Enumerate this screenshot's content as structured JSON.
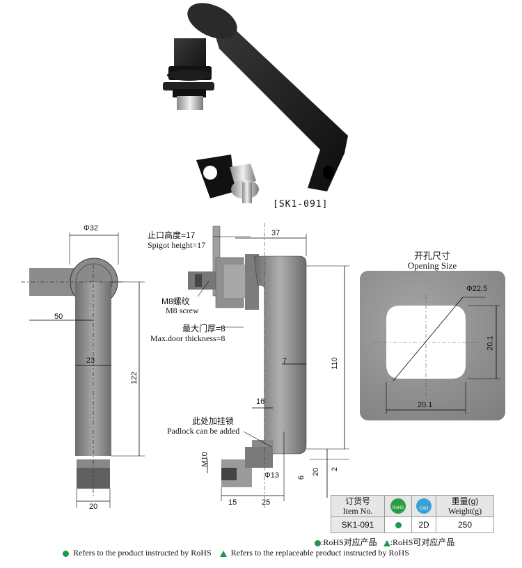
{
  "product": {
    "model_label": "[SK1-091]"
  },
  "front_view": {
    "dim_diameter": "Φ32",
    "dim_50": "50",
    "dim_23": "23",
    "dim_122": "122",
    "dim_20": "20"
  },
  "side_view": {
    "spigot_cn": "止口高度=17",
    "spigot_en": "Spigot height=17",
    "dim_37": "37",
    "screw_cn": "M8螺纹",
    "screw_en": "M8 screw",
    "door_cn": "最大门厚=8",
    "door_en": "Max.door thickness=8",
    "dim_7": "7",
    "dim_110": "110",
    "dim_16": "16",
    "padlock_cn": "此处加挂锁",
    "padlock_en": "Padlock can be added",
    "dim_m10": "M10",
    "dim_phi13": "Φ13",
    "dim_6": "6",
    "dim_20b": "20",
    "dim_2": "2",
    "dim_15": "15",
    "dim_25": "25"
  },
  "opening": {
    "title_cn": "开孔尺寸",
    "title_en": "Opening Size",
    "dim_diameter": "Φ22.5",
    "dim_width": "20.1",
    "dim_height": "20.1"
  },
  "spec_table": {
    "headers": {
      "item_cn": "订货号",
      "item_en": "Item No.",
      "rohs_badge": "RoHS",
      "cad_badge": "CAD",
      "weight_cn": "重量(g)",
      "weight_en": "Weight(g)"
    },
    "row": {
      "item": "SK1-091",
      "cad": "2D",
      "weight": "250"
    }
  },
  "legend": {
    "rohs_cn": ":RoHS对应产品",
    "replace_cn": ":RoHS可对应产品",
    "rohs_en": "Refers to the product instructed by RoHS",
    "replace_en": "Refers to the replaceable product instructed by RoHS"
  },
  "colors": {
    "rohs_green": "#1a9a4a",
    "drawing_gray": "#8c8c8c"
  }
}
